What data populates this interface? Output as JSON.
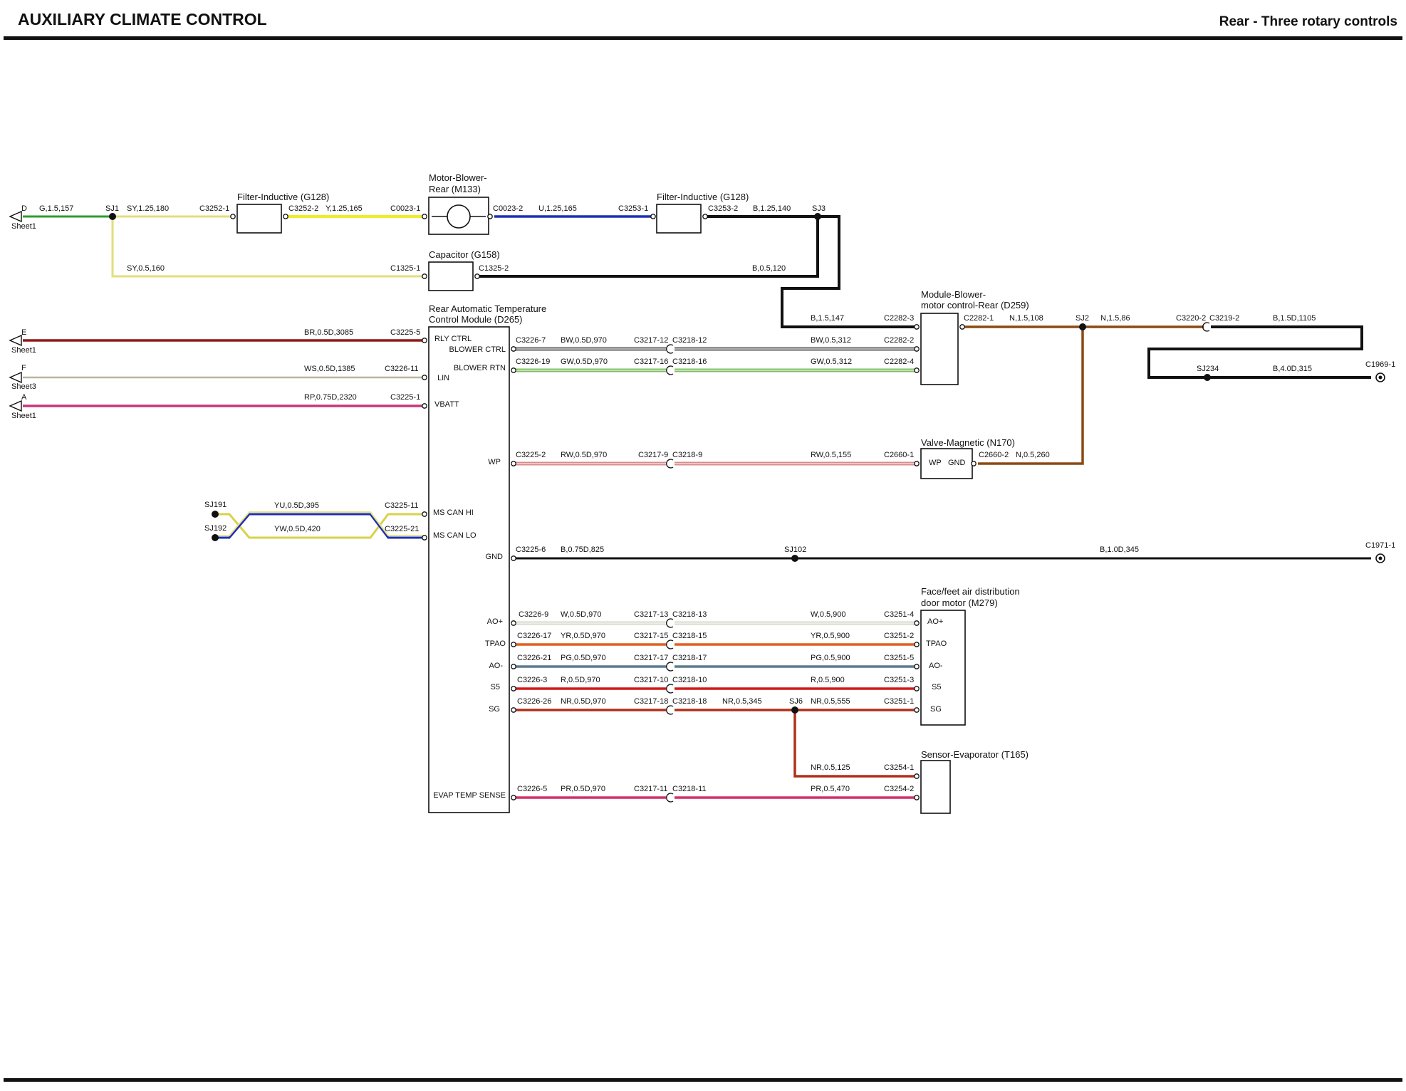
{
  "header": {
    "title": "AUXILIARY CLIMATE CONTROL",
    "subtitle": "Rear - Three rotary controls"
  },
  "colors": {
    "G": "#2e9d2e",
    "Y": "#f0ec2a",
    "SY": "#e0df7c",
    "U": "#1c2fb4",
    "B": "#111111",
    "BR": "#8e1a1a",
    "WS": "#b8b5a0",
    "RP": "#c8367a",
    "BW": "#666666",
    "GW": "#7fbf63",
    "N": "#8b4a12",
    "RW": "#d98b8b",
    "YU": "#d9d14a",
    "YW": "#e8e48a",
    "W": "#d8d8cc",
    "YR": "#e06020",
    "PG": "#5d7a8f",
    "R": "#d01a1a",
    "NR": "#b0301a",
    "PR": "#d0306a"
  },
  "components": {
    "filter1": "Filter-Inductive (G128)",
    "motor_l1": "Motor-Blower-",
    "motor_l2": "Rear (M133)",
    "filter2": "Filter-Inductive (G128)",
    "capacitor": "Capacitor (G158)",
    "ratcm_l1": "Rear Automatic Temperature",
    "ratcm_l2": "Control Module (D265)",
    "bmc_l1": "Module-Blower-",
    "bmc_l2": "motor control-Rear (D259)",
    "valve": "Valve-Magnetic (N170)",
    "face_l1": "Face/feet air distribution",
    "face_l2": "door motor (M279)",
    "sensor": "Sensor-Evaporator (T165)"
  },
  "pins": {
    "rly_ctrl": "RLY CTRL",
    "blower_ctrl": "BLOWER CTRL",
    "blower_rtn": "BLOWER RTN",
    "lin": "LIN",
    "vbatt": "VBATT",
    "wp": "WP",
    "ms_can_hi": "MS CAN HI",
    "ms_can_lo": "MS CAN LO",
    "gnd": "GND",
    "ao_plus": "AO+",
    "tpao": "TPAO",
    "ao_minus": "AO-",
    "s5": "S5",
    "sg": "SG",
    "evap": "EVAP TEMP SENSE",
    "valve_wp": "WP",
    "valve_gnd": "GND",
    "face_ao_plus": "AO+",
    "face_tpao": "TPAO",
    "face_ao_minus": "AO-",
    "face_s5": "S5",
    "face_sg": "SG"
  },
  "offsheet": {
    "d_letter": "D",
    "d_sheet": "Sheet1",
    "e_letter": "E",
    "e_sheet": "Sheet1",
    "f_letter": "F",
    "f_sheet": "Sheet3",
    "a_letter": "A",
    "a_sheet": "Sheet1"
  },
  "splices": {
    "sj1": "SJ1",
    "sj3": "SJ3",
    "sj2": "SJ2",
    "sj234": "SJ234",
    "sj191": "SJ191",
    "sj192": "SJ192",
    "sj102": "SJ102",
    "sj6": "SJ6"
  },
  "connectors": {
    "c3252_1": "C3252-1",
    "c3252_2": "C3252-2",
    "c0023_1": "C0023-1",
    "c0023_2": "C0023-2",
    "c3253_1": "C3253-1",
    "c3253_2": "C3253-2",
    "c1325_1": "C1325-1",
    "c1325_2": "C1325-2",
    "c2282_3": "C2282-3",
    "c2282_1": "C2282-1",
    "c2282_2": "C2282-2",
    "c2282_4": "C2282-4",
    "c3220_2": "C3220-2",
    "c3219_2": "C3219-2",
    "c1969_1": "C1969-1",
    "c3225_5": "C3225-5",
    "c3226_11": "C3226-11",
    "c3225_1": "C3225-1",
    "c3226_7": "C3226-7",
    "c3217_12": "C3217-12",
    "c3218_12": "C3218-12",
    "c3226_19": "C3226-19",
    "c3217_16": "C3217-16",
    "c3218_16": "C3218-16",
    "c3225_2": "C3225-2",
    "c3217_9": "C3217-9",
    "c3218_9": "C3218-9",
    "c2660_1": "C2660-1",
    "c2660_2": "C2660-2",
    "c3225_11": "C3225-11",
    "c3225_21": "C3225-21",
    "c3225_6": "C3225-6",
    "c1971_1": "C1971-1",
    "c3226_9": "C3226-9",
    "c3217_13": "C3217-13",
    "c3218_13": "C3218-13",
    "c3251_4": "C3251-4",
    "c3226_17": "C3226-17",
    "c3217_15": "C3217-15",
    "c3218_15": "C3218-15",
    "c3251_2": "C3251-2",
    "c3226_21": "C3226-21",
    "c3217_17": "C3217-17",
    "c3218_17": "C3218-17",
    "c3251_5": "C3251-5",
    "c3226_3": "C3226-3",
    "c3217_10": "C3217-10",
    "c3218_10": "C3218-10",
    "c3251_3": "C3251-3",
    "c3226_26": "C3226-26",
    "c3217_18": "C3217-18",
    "c3218_18": "C3218-18",
    "c3251_1": "C3251-1",
    "c3254_1": "C3254-1",
    "c3226_5": "C3226-5",
    "c3217_11": "C3217-11",
    "c3218_11": "C3218-11",
    "c3254_2": "C3254-2"
  },
  "wires": {
    "w_g157": "G,1.5,157",
    "w_sy180": "SY,1.25,180",
    "w_y165": "Y,1.25,165",
    "w_u165": "U,1.25,165",
    "w_b140": "B,1.25,140",
    "w_sy160": "SY,0.5,160",
    "w_b120": "B,0.5,120",
    "w_b147": "B,1.5,147",
    "w_n108": "N,1.5,108",
    "w_n86": "N,1.5,86",
    "w_b1105": "B,1.5D,1105",
    "w_b315": "B,4.0D,315",
    "w_br3085": "BR,0.5D,3085",
    "w_ws1385": "WS,0.5D,1385",
    "w_rp2320": "RP,0.75D,2320",
    "w_bw970": "BW,0.5D,970",
    "w_bw312": "BW,0.5,312",
    "w_gw970": "GW,0.5D,970",
    "w_gw312": "GW,0.5,312",
    "w_rw970": "RW,0.5D,970",
    "w_rw155": "RW,0.5,155",
    "w_n260": "N,0.5,260",
    "w_yu395": "YU,0.5D,395",
    "w_yw420": "YW,0.5D,420",
    "w_b825": "B,0.75D,825",
    "w_b345": "B,1.0D,345",
    "w_w970": "W,0.5D,970",
    "w_w900": "W,0.5,900",
    "w_yr970": "YR,0.5D,970",
    "w_yr900": "YR,0.5,900",
    "w_pg970": "PG,0.5D,970",
    "w_pg900": "PG,0.5,900",
    "w_r970": "R,0.5D,970",
    "w_r900": "R,0.5,900",
    "w_nr970": "NR,0.5D,970",
    "w_nr345": "NR,0.5,345",
    "w_nr555": "NR,0.5,555",
    "w_nr125": "NR,0.5,125",
    "w_pr970": "PR,0.5D,970",
    "w_pr470": "PR,0.5,470"
  }
}
